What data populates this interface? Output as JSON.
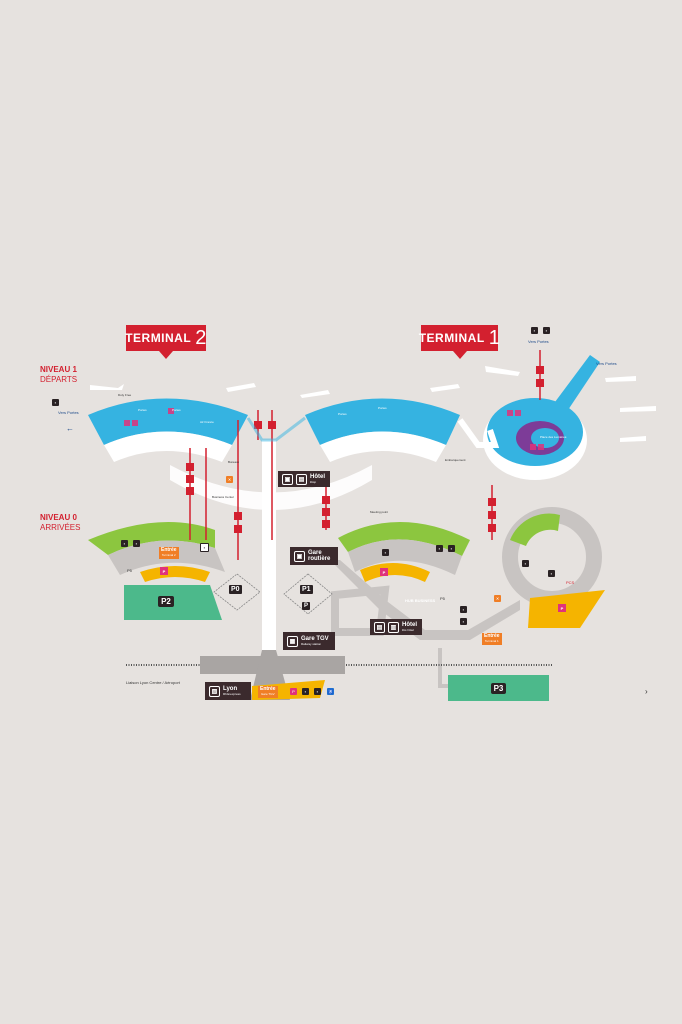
{
  "terminals": {
    "t2": {
      "label": "TERMINAL",
      "number": "2"
    },
    "t1": {
      "label": "TERMINAL",
      "number": "1"
    }
  },
  "levels": {
    "n1": {
      "title": "NIVEAU 1",
      "subtitle": "DÉPARTS"
    },
    "n0": {
      "title": "NIVEAU 0",
      "subtitle": "ARRIVÉES"
    }
  },
  "signs": {
    "hotel_top": {
      "label": "Hôtel",
      "sub": "ibisp"
    },
    "gare_routiere": {
      "label": "Gare",
      "label2": "routière"
    },
    "hotel_bottom": {
      "label": "Hôtel",
      "sub": "ibis hôtel"
    },
    "gare_tgv": {
      "label": "Gare TGV",
      "sub": "Railway station"
    },
    "lyon": {
      "label": "Lyon",
      "sub": "Rhônexpress"
    }
  },
  "parkings": {
    "p0": "P0",
    "p1": "P1",
    "p2": "P2",
    "p3": "P3",
    "pmini": "P",
    "p5a": "P5",
    "p5b": "P5",
    "pcs": "PCS"
  },
  "entrances": {
    "t2": {
      "label": "Entrée",
      "sub": "Terminal 2"
    },
    "t1": {
      "label": "Entrée",
      "sub": "Terminal 1"
    },
    "tgv": {
      "label": "Entrée",
      "sub": "Gare TGV"
    }
  },
  "labels": {
    "vers_portes_left": "Vers Portes",
    "vers_portes_right": "Vers Portes",
    "vers_portes_top": "Vers Portes",
    "hub_business": "HUB BUSINESS",
    "liaison": "Liaison Lyon Centre / Aéroport",
    "portes_a": "Portes",
    "portes_b": "Portes",
    "portes_c": "Portes",
    "portes_d": "Portes",
    "place_des_lumieres": "Place des Lumières",
    "air_france": "Air France",
    "business_center": "Business Center",
    "bureaux": "Bureaux",
    "meeting": "Meeting point",
    "embarquement": "Embarquement",
    "duty_free": "Duty Free"
  },
  "colors": {
    "terminal_red": "#d3202f",
    "gate_blue": "#35b3e1",
    "arrival_green": "#8cc63f",
    "parking_green": "#4cb98b",
    "entrance_orange": "#f07e26",
    "yellow_parking": "#f5b400",
    "magenta": "#e0327b",
    "purple": "#7d3c98",
    "dark": "#3b2a2d"
  },
  "footer": {
    "chevron": "›"
  }
}
